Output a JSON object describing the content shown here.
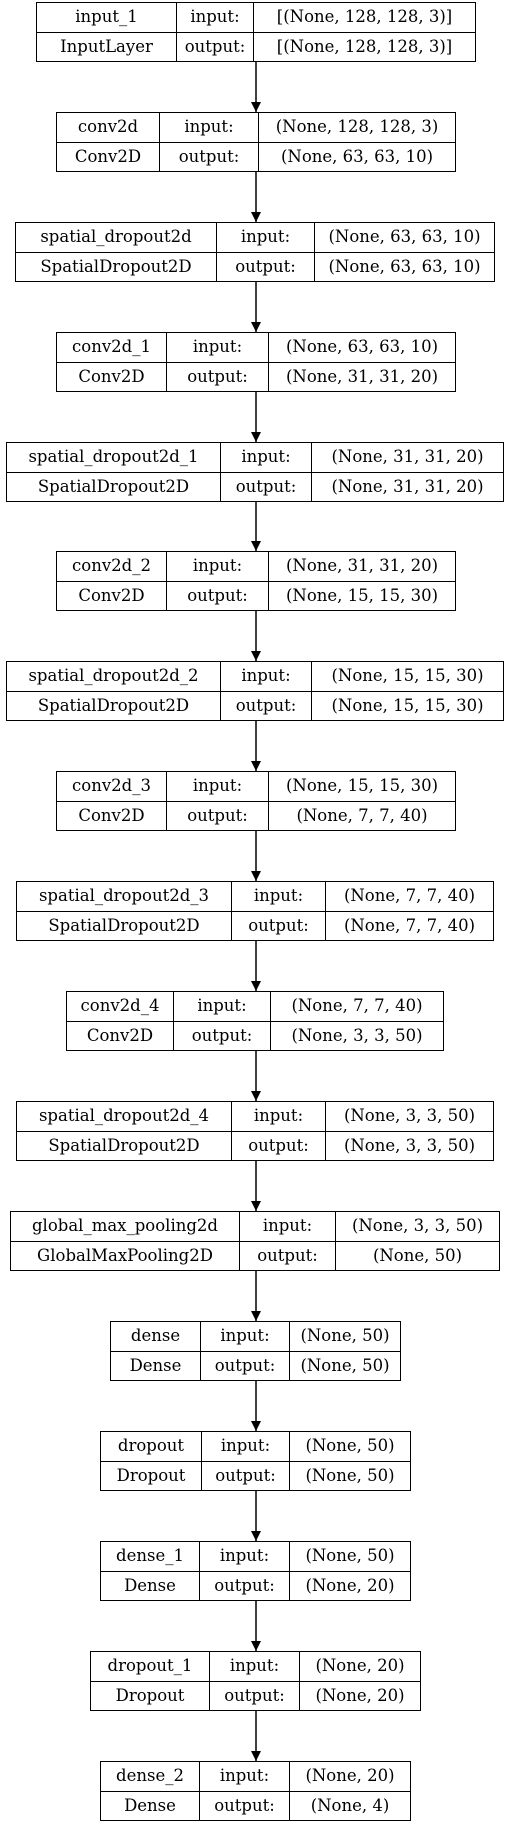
{
  "diagram": {
    "edges": [
      {
        "from": "input_1",
        "to": "conv2d"
      },
      {
        "from": "conv2d",
        "to": "spatial_dropout2d"
      },
      {
        "from": "spatial_dropout2d",
        "to": "conv2d_1"
      },
      {
        "from": "conv2d_1",
        "to": "spatial_dropout2d_1"
      },
      {
        "from": "spatial_dropout2d_1",
        "to": "conv2d_2"
      },
      {
        "from": "conv2d_2",
        "to": "spatial_dropout2d_2"
      },
      {
        "from": "spatial_dropout2d_2",
        "to": "conv2d_3"
      },
      {
        "from": "conv2d_3",
        "to": "spatial_dropout2d_3"
      },
      {
        "from": "spatial_dropout2d_3",
        "to": "conv2d_4"
      },
      {
        "from": "conv2d_4",
        "to": "spatial_dropout2d_4"
      },
      {
        "from": "spatial_dropout2d_4",
        "to": "global_max_pooling2d"
      },
      {
        "from": "global_max_pooling2d",
        "to": "dense"
      },
      {
        "from": "dense",
        "to": "dropout"
      },
      {
        "from": "dropout",
        "to": "dense_1"
      },
      {
        "from": "dense_1",
        "to": "dropout_1"
      },
      {
        "from": "dropout_1",
        "to": "dense_2"
      }
    ],
    "nodes": [
      {
        "name": "input_1",
        "type": "InputLayer",
        "input_label": "input:",
        "output_label": "output:",
        "input_shape": "[(None, 128, 128, 3)]",
        "output_shape": "[(None, 128, 128, 3)]"
      },
      {
        "name": "conv2d",
        "type": "Conv2D",
        "input_label": "input:",
        "output_label": "output:",
        "input_shape": "(None, 128, 128, 3)",
        "output_shape": "(None, 63, 63, 10)"
      },
      {
        "name": "spatial_dropout2d",
        "type": "SpatialDropout2D",
        "input_label": "input:",
        "output_label": "output:",
        "input_shape": "(None, 63, 63, 10)",
        "output_shape": "(None, 63, 63, 10)"
      },
      {
        "name": "conv2d_1",
        "type": "Conv2D",
        "input_label": "input:",
        "output_label": "output:",
        "input_shape": "(None, 63, 63, 10)",
        "output_shape": "(None, 31, 31, 20)"
      },
      {
        "name": "spatial_dropout2d_1",
        "type": "SpatialDropout2D",
        "input_label": "input:",
        "output_label": "output:",
        "input_shape": "(None, 31, 31, 20)",
        "output_shape": "(None, 31, 31, 20)"
      },
      {
        "name": "conv2d_2",
        "type": "Conv2D",
        "input_label": "input:",
        "output_label": "output:",
        "input_shape": "(None, 31, 31, 20)",
        "output_shape": "(None, 15, 15, 30)"
      },
      {
        "name": "spatial_dropout2d_2",
        "type": "SpatialDropout2D",
        "input_label": "input:",
        "output_label": "output:",
        "input_shape": "(None, 15, 15, 30)",
        "output_shape": "(None, 15, 15, 30)"
      },
      {
        "name": "conv2d_3",
        "type": "Conv2D",
        "input_label": "input:",
        "output_label": "output:",
        "input_shape": "(None, 15, 15, 30)",
        "output_shape": "(None, 7, 7, 40)"
      },
      {
        "name": "spatial_dropout2d_3",
        "type": "SpatialDropout2D",
        "input_label": "input:",
        "output_label": "output:",
        "input_shape": "(None, 7, 7, 40)",
        "output_shape": "(None, 7, 7, 40)"
      },
      {
        "name": "conv2d_4",
        "type": "Conv2D",
        "input_label": "input:",
        "output_label": "output:",
        "input_shape": "(None, 7, 7, 40)",
        "output_shape": "(None, 3, 3, 50)"
      },
      {
        "name": "spatial_dropout2d_4",
        "type": "SpatialDropout2D",
        "input_label": "input:",
        "output_label": "output:",
        "input_shape": "(None, 3, 3, 50)",
        "output_shape": "(None, 3, 3, 50)"
      },
      {
        "name": "global_max_pooling2d",
        "type": "GlobalMaxPooling2D",
        "input_label": "input:",
        "output_label": "output:",
        "input_shape": "(None, 3, 3, 50)",
        "output_shape": "(None, 50)"
      },
      {
        "name": "dense",
        "type": "Dense",
        "input_label": "input:",
        "output_label": "output:",
        "input_shape": "(None, 50)",
        "output_shape": "(None, 50)"
      },
      {
        "name": "dropout",
        "type": "Dropout",
        "input_label": "input:",
        "output_label": "output:",
        "input_shape": "(None, 50)",
        "output_shape": "(None, 50)"
      },
      {
        "name": "dense_1",
        "type": "Dense",
        "input_label": "input:",
        "output_label": "output:",
        "input_shape": "(None, 50)",
        "output_shape": "(None, 20)"
      },
      {
        "name": "dropout_1",
        "type": "Dropout",
        "input_label": "input:",
        "output_label": "output:",
        "input_shape": "(None, 20)",
        "output_shape": "(None, 20)"
      },
      {
        "name": "dense_2",
        "type": "Dense",
        "input_label": "input:",
        "output_label": "output:",
        "input_shape": "(None, 20)",
        "output_shape": "(None, 4)"
      }
    ]
  }
}
